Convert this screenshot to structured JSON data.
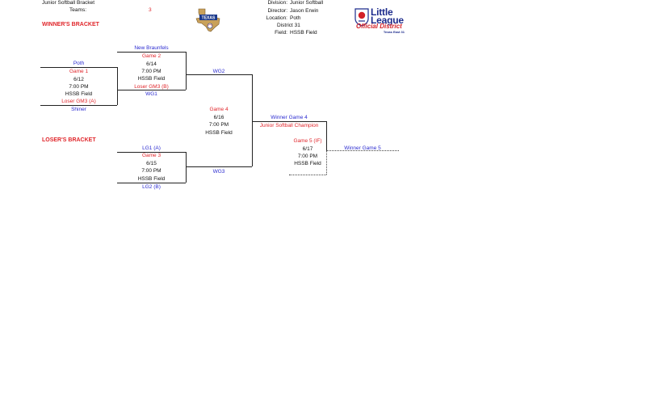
{
  "header": {
    "bracket_title": "Junior Softball Bracket",
    "teams_label": "Teams:",
    "teams_value": "3",
    "division_label": "Division:",
    "division_value": "Junior Softball",
    "director_label": "Director:",
    "director_value": "Jason Erwin",
    "location_label": "Location:",
    "location_value": "Poth",
    "district_value": "District 31",
    "field_label": "Field:",
    "field_value": "HSSB Field"
  },
  "logos": {
    "texas_text": "TEXAS",
    "ll_line1": "Little",
    "ll_line2": "League",
    "ll_line3": "Official District",
    "ll_line4": "Texas East 31"
  },
  "sections": {
    "winners": "WINNER'S BRACKET",
    "losers": "LOSER'S BRACKET"
  },
  "game1": {
    "team_top": "Poth",
    "name": "Game 1",
    "date": "6/12",
    "time": "7:00 PM",
    "field": "HSSB Field",
    "team_bottom": "Loser GM3 (A)",
    "team_bottom2": "Shiner"
  },
  "game2": {
    "team_top": "New Braunfels",
    "name": "Game 2",
    "date": "6/14",
    "time": "7:00 PM",
    "field": "HSSB Field",
    "team_bottom": "Loser GM3 (B)",
    "winner_label": "WG1"
  },
  "game3": {
    "team_top": "LG1 (A)",
    "name": "Game 3",
    "date": "6/15",
    "time": "7:00 PM",
    "field": "HSSB Field",
    "team_bottom": "LG2 (B)"
  },
  "game4": {
    "top_label": "WG2",
    "name": "Game 4",
    "date": "6/16",
    "time": "7:00 PM",
    "field": "HSSB Field",
    "bottom_label": "WG3"
  },
  "game5": {
    "winner4_label": "Winner Game 4",
    "champion_label": "Junior Softball Champion",
    "name": "Game 5 (IF)",
    "date": "6/17",
    "time": "7:00 PM",
    "field": "HSSB Field",
    "winner5_label": "Winner Game 5"
  }
}
